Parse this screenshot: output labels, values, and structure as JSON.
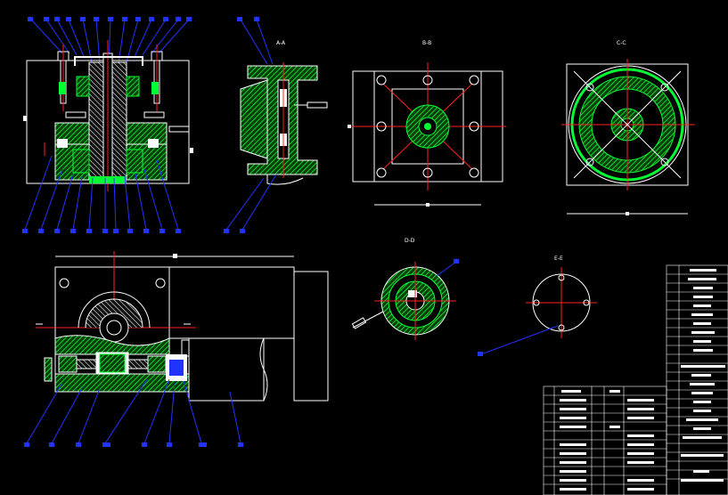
{
  "drawing": {
    "section_labels": {
      "aa": "A-A",
      "bb": "B-B",
      "cc": "C-C",
      "dd": "D-D",
      "ee": "E-E"
    },
    "colors": {
      "background": "#000000",
      "outline": "#ffffff",
      "hatch": "#00ff33",
      "leader": "#2233ff",
      "centerline": "#ff2222",
      "body_fill": "#ffffff",
      "part_fill": "#0044ff"
    }
  }
}
